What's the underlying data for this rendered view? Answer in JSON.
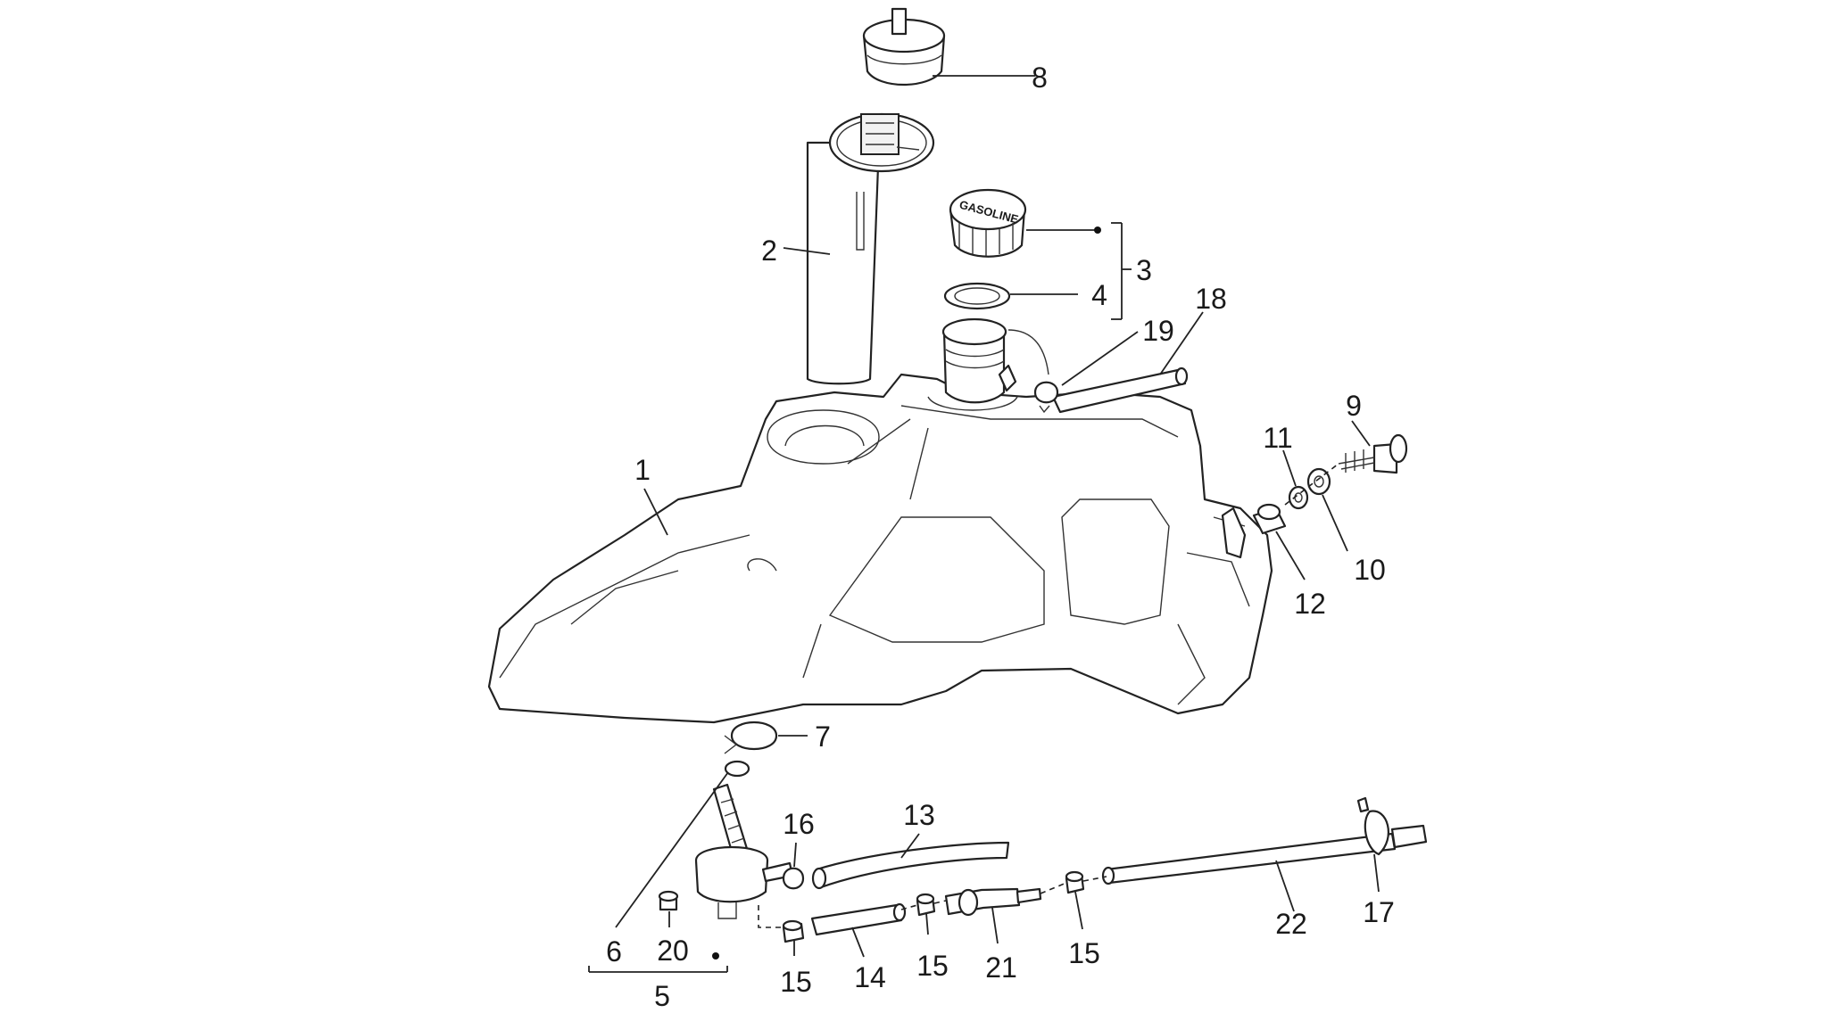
{
  "callouts": {
    "c1": "1",
    "c2": "2",
    "c3": "3",
    "c4": "4",
    "c5": "5",
    "c6": "6",
    "c7": "7",
    "c8": "8",
    "c9": "9",
    "c10": "10",
    "c11": "11",
    "c12": "12",
    "c13": "13",
    "c14": "14",
    "c15a": "15",
    "c15b": "15",
    "c15c": "15",
    "c16": "16",
    "c17": "17",
    "c18": "18",
    "c19": "19",
    "c20": "20",
    "c21": "21",
    "c22": "22"
  },
  "cap_text": "GASOLINE"
}
